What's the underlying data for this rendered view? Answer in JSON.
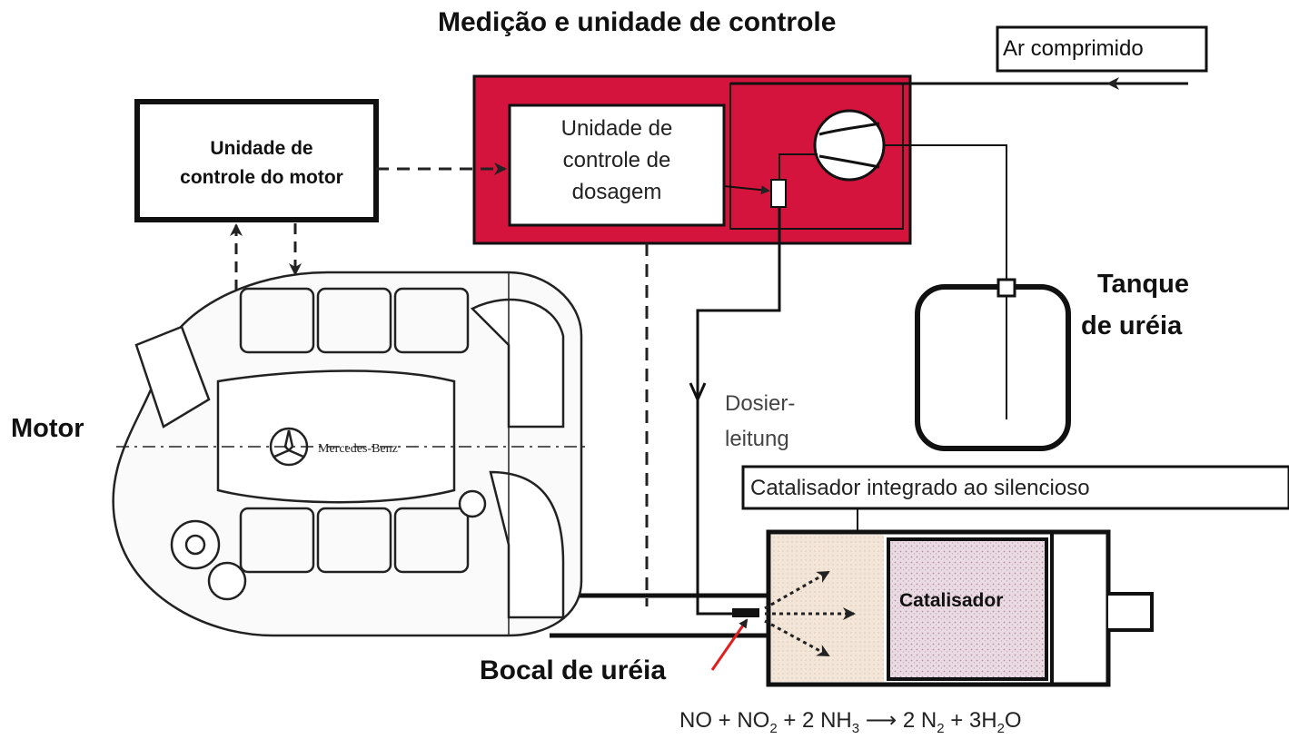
{
  "title": "Medição e unidade de controle",
  "compressed_air": "Ar comprimido",
  "engine_ecu": {
    "line1": "Unidade de",
    "line2": "controle do motor"
  },
  "dosing_unit": {
    "line1": "Unidade de",
    "line2": "controle de",
    "line3": "dosagem"
  },
  "urea_tank": {
    "line1": "Tanque",
    "line2": "de uréia"
  },
  "engine": {
    "label": "Motor",
    "brand": "Mercedes-Benz"
  },
  "dosing_line": {
    "line1": "Dosier-",
    "line2": "leitung"
  },
  "catalyst_box": "Catalisador integrado ao silencioso",
  "catalyst": "Catalisador",
  "urea_nozzle": "Bocal de uréia",
  "equation": {
    "p1": "NO + NO",
    "s1": "2",
    "p2": " + 2 NH",
    "s2": "3",
    "arrow": " ⟶ ",
    "p3": "2 N",
    "s3": "2",
    "p4": " + 3H",
    "s4": "2",
    "p5": "O"
  },
  "colors": {
    "control_unit": "#d4143c",
    "red_arrow": "#e02020",
    "catalyst_fill": "#e6d2dd",
    "precat_fill": "#f1e4d6"
  }
}
